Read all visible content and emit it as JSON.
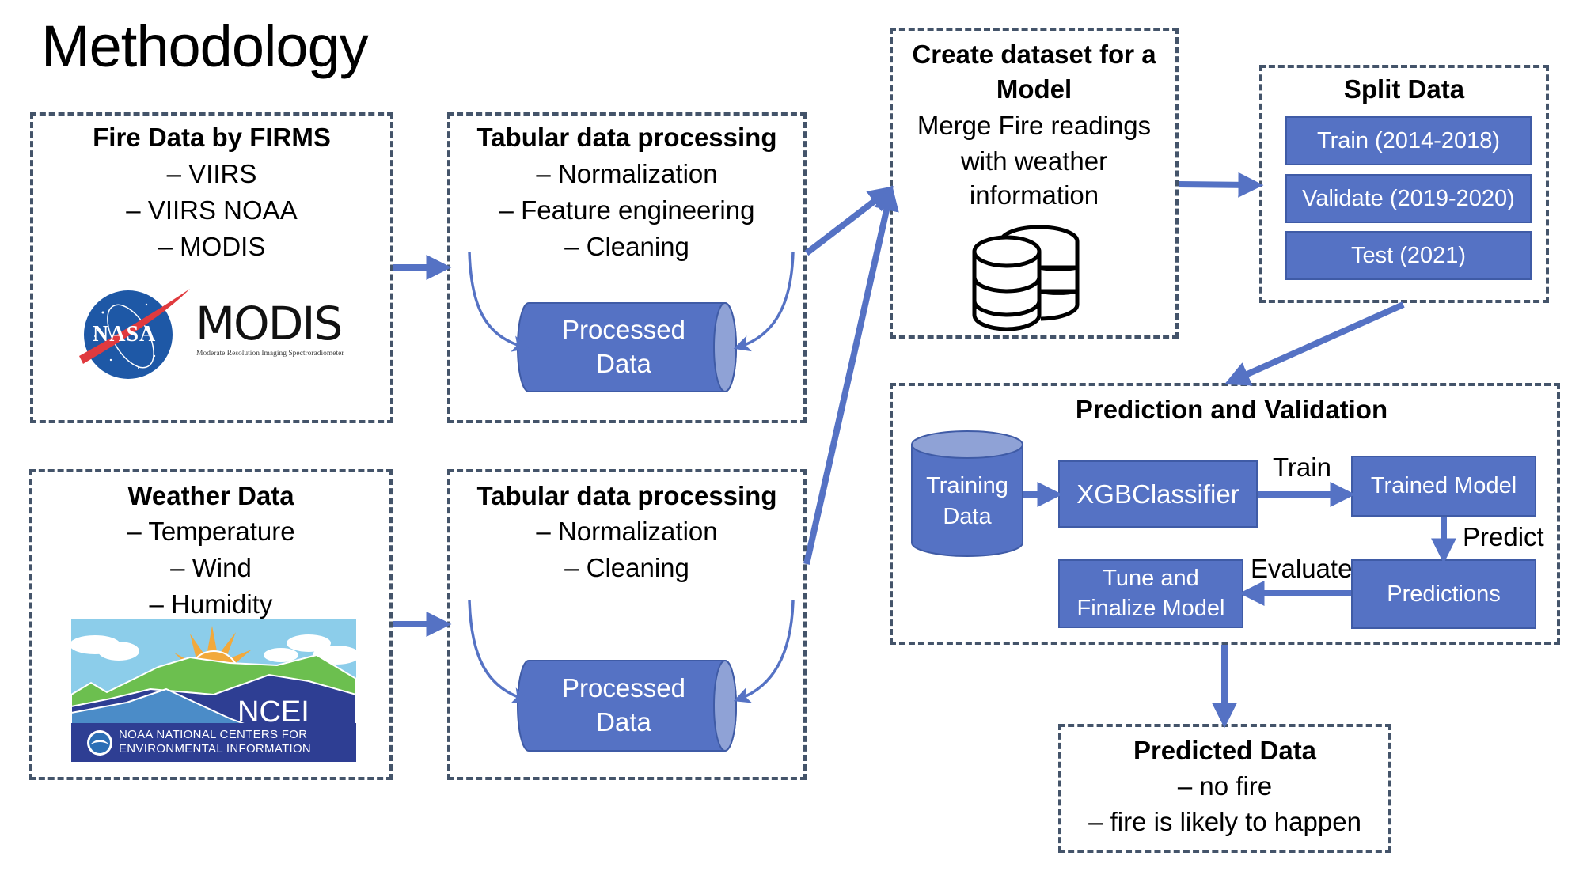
{
  "title": "Methodology",
  "colors": {
    "shape_fill": "#5572C4",
    "shape_cap": "#8FA2D6",
    "dashed_border": "#44546A",
    "arrow": "#5572C4",
    "text": "#000000"
  },
  "fire_data": {
    "heading": "Fire Data by FIRMS",
    "items": [
      "– VIIRS",
      "– VIIRS NOAA",
      "– MODIS"
    ],
    "logo": {
      "nasa": "NASA",
      "name": "MODIS",
      "subtitle": "Moderate Resolution Imaging Spectroradiometer"
    }
  },
  "weather_data": {
    "heading": "Weather Data",
    "items": [
      "– Temperature",
      "– Wind",
      "– Humidity"
    ],
    "logo": {
      "name": "NCEI",
      "line1": "NOAA NATIONAL CENTERS FOR",
      "line2": "ENVIRONMENTAL INFORMATION"
    }
  },
  "tabular_fire": {
    "heading": "Tabular data processing",
    "items": [
      "– Normalization",
      "– Feature engineering",
      "– Cleaning"
    ],
    "cylinder": [
      "Processed",
      "Data"
    ]
  },
  "tabular_weather": {
    "heading": "Tabular data processing",
    "items": [
      "– Normalization",
      "– Cleaning"
    ],
    "cylinder": [
      "Processed",
      "Data"
    ]
  },
  "create_dataset": {
    "heading": [
      "Create dataset for a",
      "Model"
    ],
    "lines": [
      "Merge Fire readings",
      "with weather",
      "information"
    ],
    "icon": "database-icon"
  },
  "split_data": {
    "heading": "Split Data",
    "items": [
      "Train (2014-2018)",
      "Validate (2019-2020)",
      "Test (2021)"
    ]
  },
  "prediction": {
    "heading": "Prediction and Validation",
    "training_data": [
      "Training",
      "Data"
    ],
    "classifier": "XGBClassifier",
    "trained_model": "Trained Model",
    "predictions": "Predictions",
    "tune": [
      "Tune and",
      "Finalize Model"
    ],
    "edge_labels": {
      "train": "Train",
      "predict": "Predict",
      "evaluate": "Evaluate"
    }
  },
  "predicted_data": {
    "heading": "Predicted Data",
    "items": [
      "– no fire",
      "– fire is likely to happen"
    ]
  }
}
